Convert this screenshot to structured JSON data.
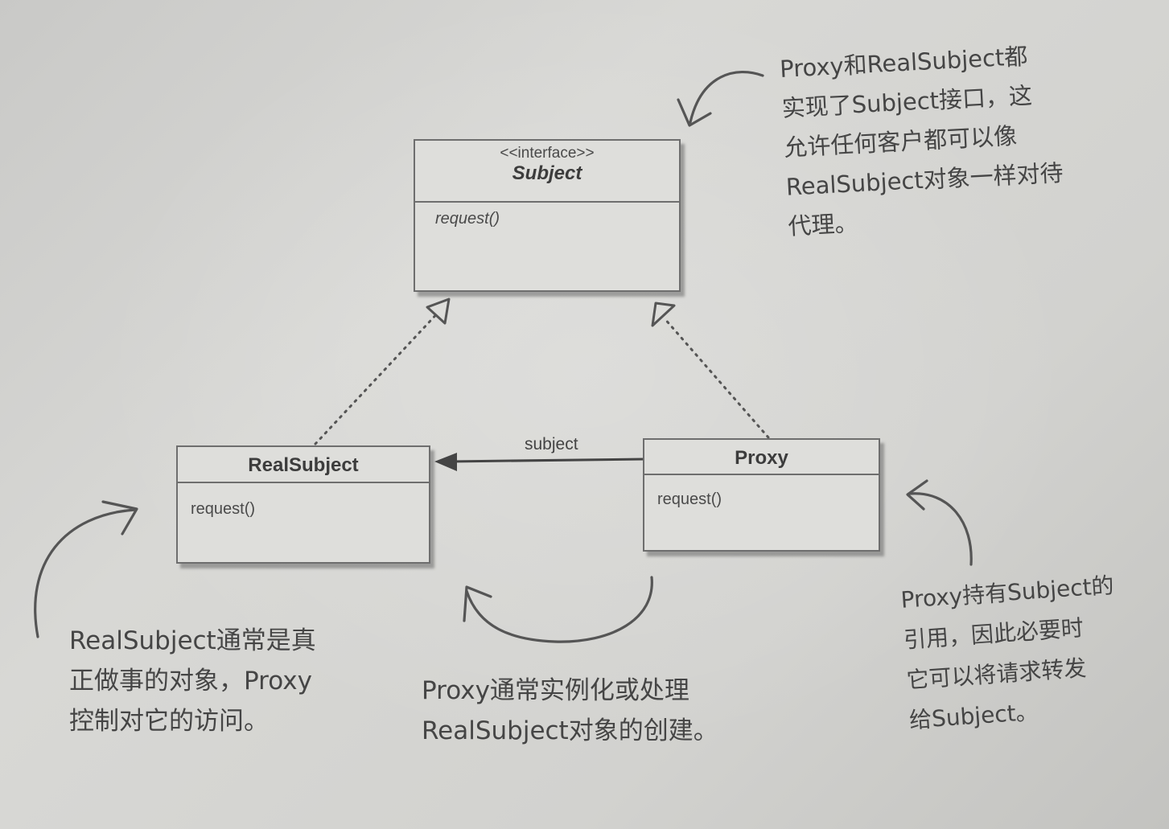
{
  "diagram": {
    "subject": {
      "stereotype": "<<interface>>",
      "name": "Subject",
      "method": "request()"
    },
    "real_subject": {
      "name": "RealSubject",
      "method": "request()"
    },
    "proxy": {
      "name": "Proxy",
      "method": "request()"
    },
    "association_label": "subject"
  },
  "notes": {
    "top_right": [
      "Proxy和RealSubject都",
      "实现了Subject接口，这",
      "允许任何客户都可以像",
      "RealSubject对象一样对待",
      "代理。"
    ],
    "bottom_left": [
      "RealSubject通常是真",
      "正做事的对象，Proxy",
      "控制对它的访问。"
    ],
    "bottom_center": [
      "Proxy通常实例化或处理",
      "RealSubject对象的创建。"
    ],
    "bottom_right": [
      "Proxy持有Subject的",
      "引用，因此必要时",
      "它可以将请求转发",
      "给Subject。"
    ]
  }
}
